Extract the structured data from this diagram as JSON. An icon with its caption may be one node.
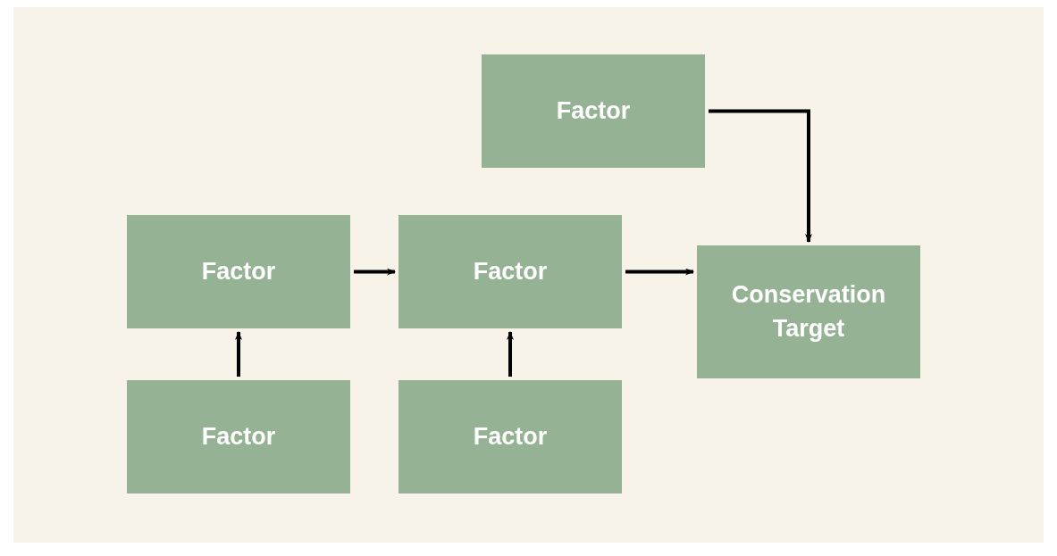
{
  "diagram": {
    "nodes": [
      {
        "text": [
          "Factor"
        ]
      },
      {
        "text": [
          "Factor"
        ]
      },
      {
        "text": [
          "Factor"
        ]
      },
      {
        "text": [
          "Conservation Target"
        ]
      },
      {
        "text": [
          "Factor"
        ]
      },
      {
        "text": [
          "Factor"
        ]
      }
    ],
    "edges": [
      {
        "from": 0,
        "to": 3,
        "arrow": "to"
      },
      {
        "from": 1,
        "to": 2,
        "arrow": "to"
      },
      {
        "from": 2,
        "to": 3,
        "arrow": "to"
      },
      {
        "from": 4,
        "to": 1,
        "arrow": "to"
      },
      {
        "from": 5,
        "to": 2,
        "arrow": "to"
      }
    ]
  }
}
